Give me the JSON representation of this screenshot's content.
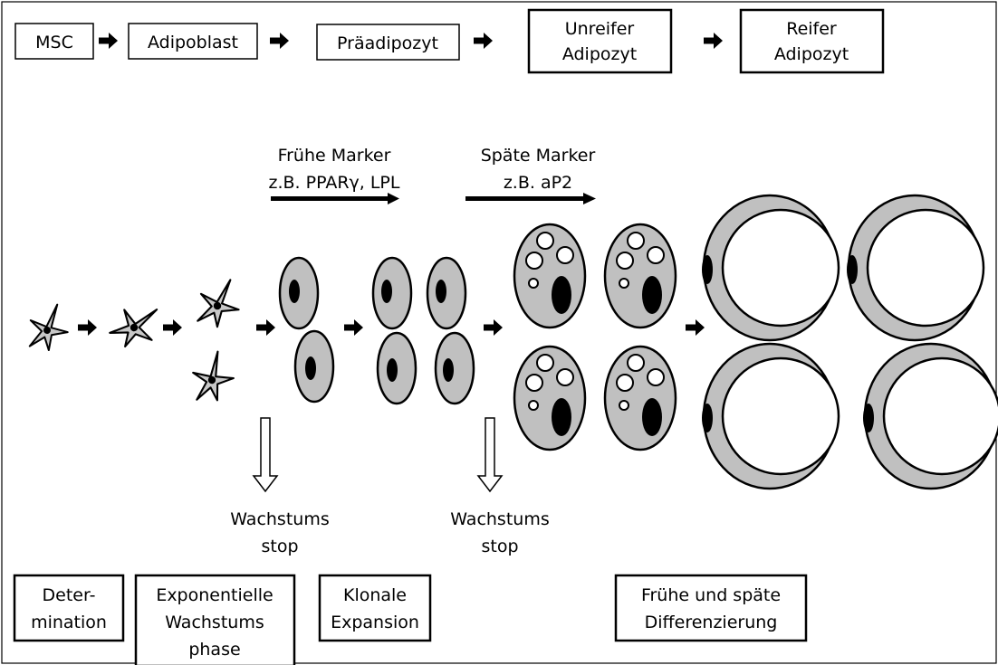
{
  "colors": {
    "cell_fill": "#c0c0c0",
    "stroke": "#000000",
    "background": "#ffffff",
    "vacuole": "#ffffff"
  },
  "stages": [
    "MSC",
    "Adipoblast",
    "Präadipozyt",
    [
      "Unreifer",
      "Adipozyt"
    ],
    [
      "Reifer",
      "Adipozyt"
    ]
  ],
  "markers": {
    "early": {
      "title": "Frühe Marker",
      "examples": "z.B. PPARγ, LPL"
    },
    "late": {
      "title": "Späte Marker",
      "examples": "z.B. aP2"
    }
  },
  "growth_stop": {
    "first": [
      "Wachstums",
      "stop"
    ],
    "second": [
      "Wachstums",
      "stop"
    ]
  },
  "phases": [
    [
      "Deter-",
      "mination"
    ],
    [
      "Exponentielle",
      "Wachstums",
      "phase"
    ],
    [
      "Klonale",
      "Expansion"
    ],
    [
      "Frühe und späte",
      "Differenzierung"
    ]
  ]
}
